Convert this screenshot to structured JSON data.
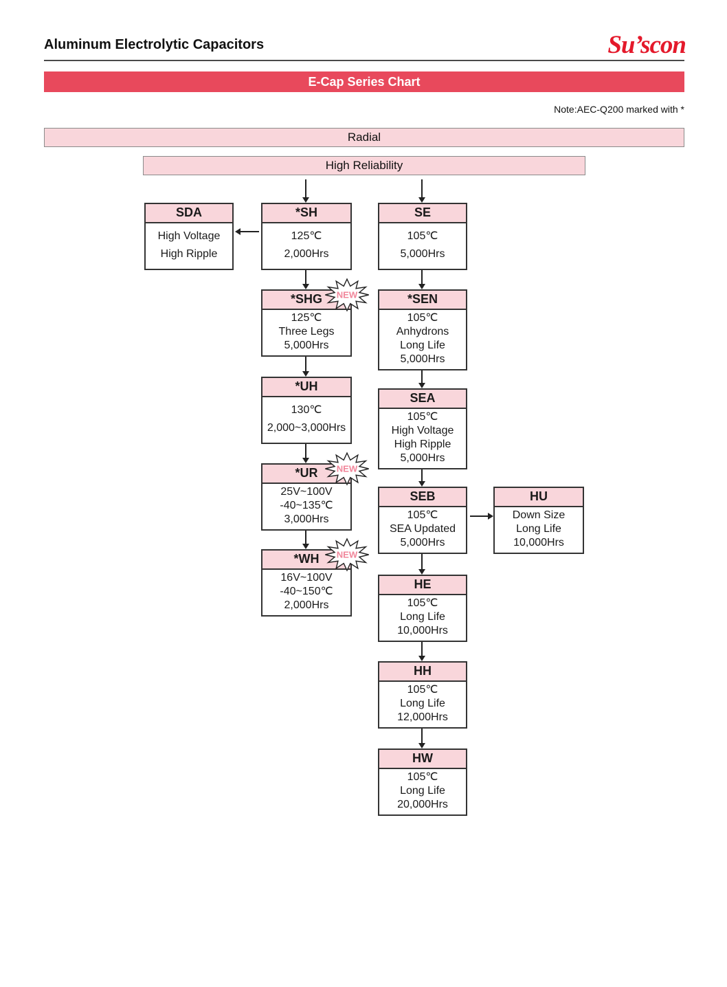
{
  "page": {
    "title": "Aluminum Electrolytic Capacitors",
    "logo": "Su’scon",
    "banner": "E-Cap Series Chart",
    "note": "Note:AEC-Q200 marked with *",
    "radial_label": "Radial",
    "high_reliability_label": "High Reliability",
    "new_badge": "NEW"
  },
  "colors": {
    "banner_red": "#e8495c",
    "light_pink": "#f9d6db",
    "logo_red": "#e4192b",
    "new_badge_pink": "#f1879b",
    "line_color": "#222222"
  },
  "nodes": {
    "sda": {
      "title": "SDA",
      "lines": [
        "High Voltage",
        "High Ripple"
      ]
    },
    "sh": {
      "title": "*SH",
      "lines": [
        "125℃",
        "2,000Hrs"
      ]
    },
    "se": {
      "title": "SE",
      "lines": [
        "105℃",
        "5,000Hrs"
      ]
    },
    "shg": {
      "title": "*SHG",
      "lines": [
        "125℃",
        "Three Legs",
        "5,000Hrs"
      ]
    },
    "sen": {
      "title": "*SEN",
      "lines": [
        "105℃",
        "Anhydrons",
        "Long Life",
        "5,000Hrs"
      ]
    },
    "uh": {
      "title": "*UH",
      "lines": [
        "130℃",
        "2,000~3,000Hrs"
      ]
    },
    "sea": {
      "title": "SEA",
      "lines": [
        "105℃",
        "High Voltage",
        "High Ripple",
        "5,000Hrs"
      ]
    },
    "ur": {
      "title": "*UR",
      "lines": [
        "25V~100V",
        "-40~135℃",
        "3,000Hrs"
      ]
    },
    "seb": {
      "title": "SEB",
      "lines": [
        "105℃",
        "SEA Updated",
        "5,000Hrs"
      ]
    },
    "hu": {
      "title": "HU",
      "lines": [
        "Down Size",
        "Long Life",
        "10,000Hrs"
      ]
    },
    "wh": {
      "title": "*WH",
      "lines": [
        "16V~100V",
        "-40~150℃",
        "2,000Hrs"
      ]
    },
    "he": {
      "title": "HE",
      "lines": [
        "105℃",
        "Long Life",
        "10,000Hrs"
      ]
    },
    "hh": {
      "title": "HH",
      "lines": [
        "105℃",
        "Long Life",
        "12,000Hrs"
      ]
    },
    "hw": {
      "title": "HW",
      "lines": [
        "105℃",
        "Long Life",
        "20,000Hrs"
      ]
    }
  }
}
